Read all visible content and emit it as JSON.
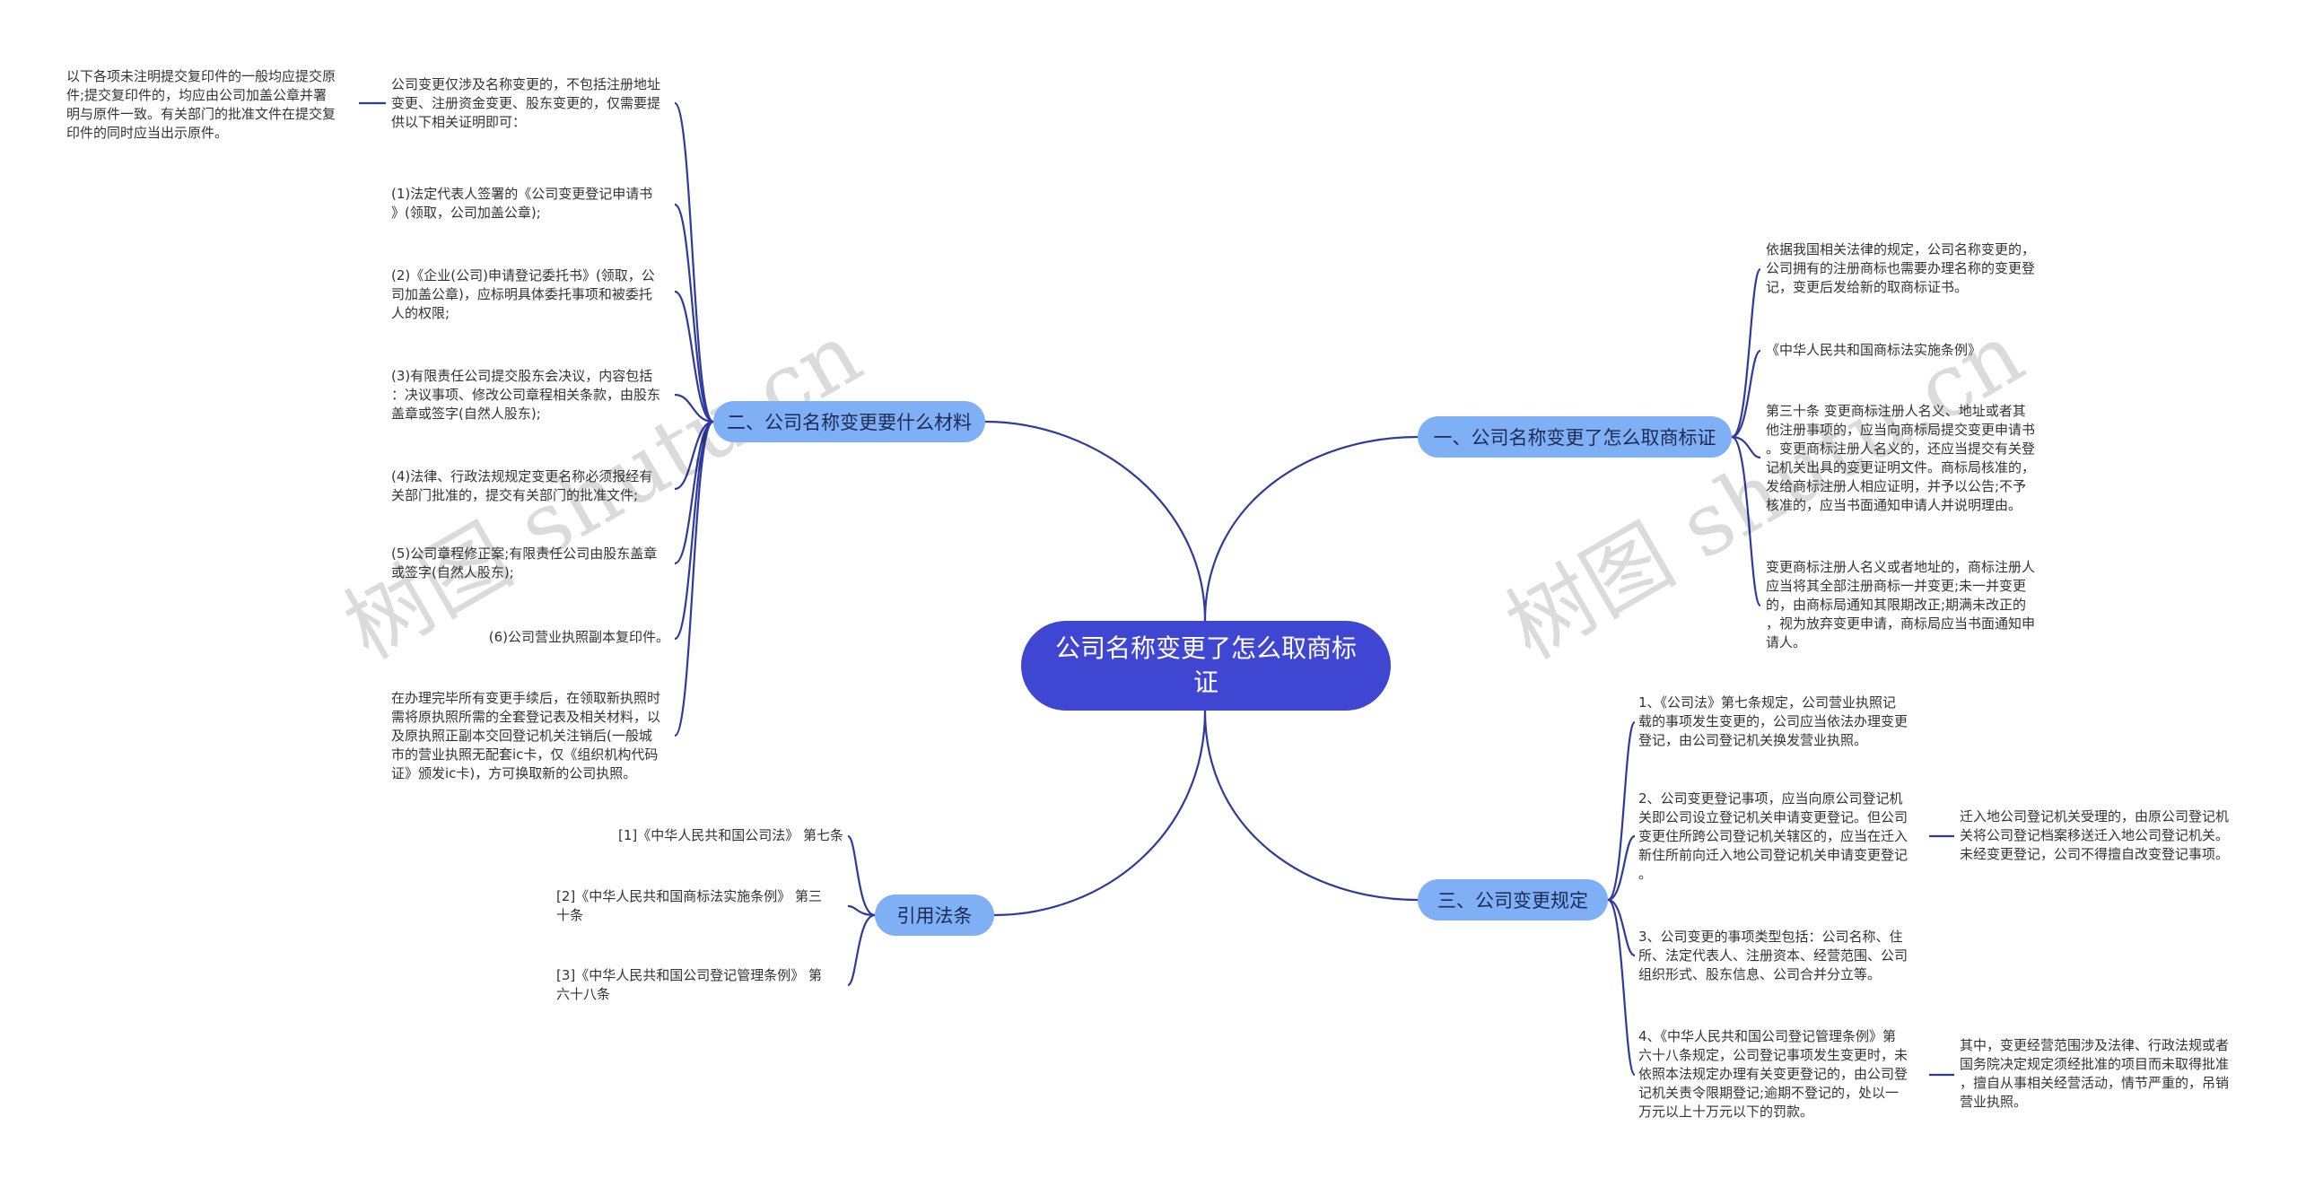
{
  "center": {
    "label": "公司名称变更了怎么取商标证"
  },
  "watermark": "树图 shutu.cn",
  "branches": {
    "b1": {
      "label": "一、公司名称变更了怎么取商标证",
      "items": [
        "依据我国相关法律的规定，公司名称变更的，\n公司拥有的注册商标也需要办理名称的变更登\n记，变更后发给新的取商标证书。",
        "《中华人民共和国商标法实施条例》",
        "第三十条 变更商标注册人名义、地址或者其\n他注册事项的，应当向商标局提交变更申请书\n。变更商标注册人名义的，还应当提交有关登\n记机关出具的变更证明文件。商标局核准的，\n发给商标注册人相应证明，并予以公告;不予\n核准的，应当书面通知申请人并说明理由。",
        "变更商标注册人名义或者地址的，商标注册人\n应当将其全部注册商标一并变更;未一并变更\n的，由商标局通知其限期改正;期满未改正的\n，视为放弃变更申请，商标局应当书面通知申\n请人。"
      ]
    },
    "b2": {
      "label": "二、公司名称变更要什么材料",
      "items": [
        "公司变更仅涉及名称变更的，不包括注册地址\n变更、注册资金变更、股东变更的，仅需要提\n供以下相关证明即可：",
        "(1)法定代表人签署的《公司变更登记申请书\n》(领取，公司加盖公章);",
        "(2)《企业(公司)申请登记委托书》(领取，公\n司加盖公章)，应标明具体委托事项和被委托\n人的权限;",
        "(3)有限责任公司提交股东会决议，内容包括\n：决议事项、修改公司章程相关条款，由股东\n盖章或签字(自然人股东);",
        "(4)法律、行政法规规定变更名称必须报经有\n关部门批准的，提交有关部门的批准文件;",
        "(5)公司章程修正案;有限责任公司由股东盖章\n或签字(自然人股东);",
        "(6)公司营业执照副本复印件。",
        "在办理完毕所有变更手续后，在领取新执照时\n需将原执照所需的全套登记表及相关材料，以\n及原执照正副本交回登记机关注销后(一般城\n市的营业执照无配套ic卡，仅《组织机构代码\n证》颁发ic卡)，方可换取新的公司执照。"
      ],
      "sub": "以下各项未注明提交复印件的一般均应提交原\n件;提交复印件的，均应由公司加盖公章并署\n明与原件一致。有关部门的批准文件在提交复\n印件的同时应当出示原件。"
    },
    "b3": {
      "label": "三、公司变更规定",
      "items": [
        "1、《公司法》第七条规定，公司营业执照记\n载的事项发生变更的，公司应当依法办理变更\n登记，由公司登记机关换发营业执照。",
        "2、公司变更登记事项，应当向原公司登记机\n关即公司设立登记机关申请变更登记。但公司\n变更住所跨公司登记机关辖区的，应当在迁入\n新住所前向迁入地公司登记机关申请变更登记\n。",
        "3、公司变更的事项类型包括：公司名称、住\n所、法定代表人、注册资本、经营范围、公司\n组织形式、股东信息、公司合并分立等。",
        "4、《中华人民共和国公司登记管理条例》第\n六十八条规定，公司登记事项发生变更时，未\n依照本法规定办理有关变更登记的，由公司登\n记机关责令限期登记;逾期不登记的，处以一\n万元以上十万元以下的罚款。"
      ],
      "sub2": "迁入地公司登记机关受理的，由原公司登记机\n关将公司登记档案移送迁入地公司登记机关。\n未经变更登记，公司不得擅自改变登记事项。",
      "sub4": "其中，变更经营范围涉及法律、行政法规或者\n国务院决定规定须经批准的项目而未取得批准\n，擅自从事相关经营活动，情节严重的，吊销\n营业执照。"
    },
    "b4": {
      "label": "引用法条",
      "items": [
        "[1]《中华人民共和国公司法》 第七条",
        "[2]《中华人民共和国商标法实施条例》 第三\n十条",
        "[3]《中华人民共和国公司登记管理条例》 第\n六十八条"
      ]
    }
  },
  "colors": {
    "center": "#3f46d1",
    "branch": "#7fb0f5",
    "line": "#2e3a9e"
  }
}
